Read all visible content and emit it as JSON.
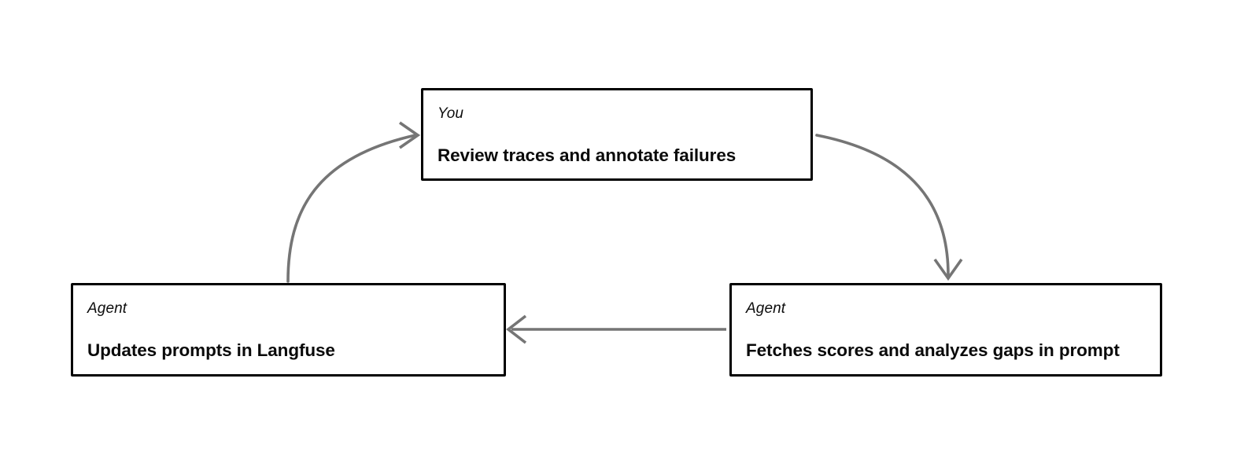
{
  "diagram": {
    "type": "cycle-flow",
    "background_color": "#ffffff",
    "node_border_color": "#000000",
    "node_fill_color": "#ffffff",
    "arrow_color": "#757575",
    "nodes": [
      {
        "id": "you-review",
        "role": "You",
        "title": "Review traces and annotate failures",
        "position": "top-center"
      },
      {
        "id": "agent-fetches",
        "role": "Agent",
        "title": "Fetches scores and analyzes gaps in prompt",
        "position": "bottom-right"
      },
      {
        "id": "agent-updates",
        "role": "Agent",
        "title": "Updates prompts in Langfuse",
        "position": "bottom-left"
      }
    ],
    "edges": [
      {
        "id": "edge-you-to-fetches",
        "from": "you-review",
        "to": "agent-fetches",
        "style": "curved",
        "direction": "clockwise-down-right",
        "label": ""
      },
      {
        "id": "edge-fetches-to-updates",
        "from": "agent-fetches",
        "to": "agent-updates",
        "style": "straight",
        "direction": "right-to-left",
        "label": ""
      },
      {
        "id": "edge-updates-to-you",
        "from": "agent-updates",
        "to": "you-review",
        "style": "curved",
        "direction": "up-right",
        "label": ""
      }
    ]
  }
}
